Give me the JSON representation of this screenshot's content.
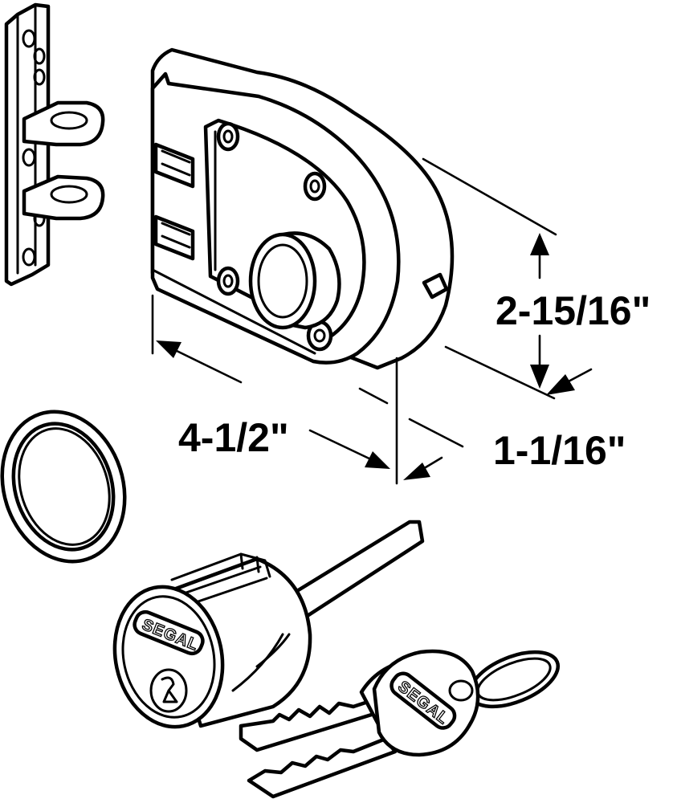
{
  "dimensions": {
    "height": "2-15/16\"",
    "width": "4-1/2\"",
    "depth": "1-1/16\""
  },
  "brand": {
    "cylinder_logo": "SEGAL",
    "key_logo": "SEGAL"
  }
}
